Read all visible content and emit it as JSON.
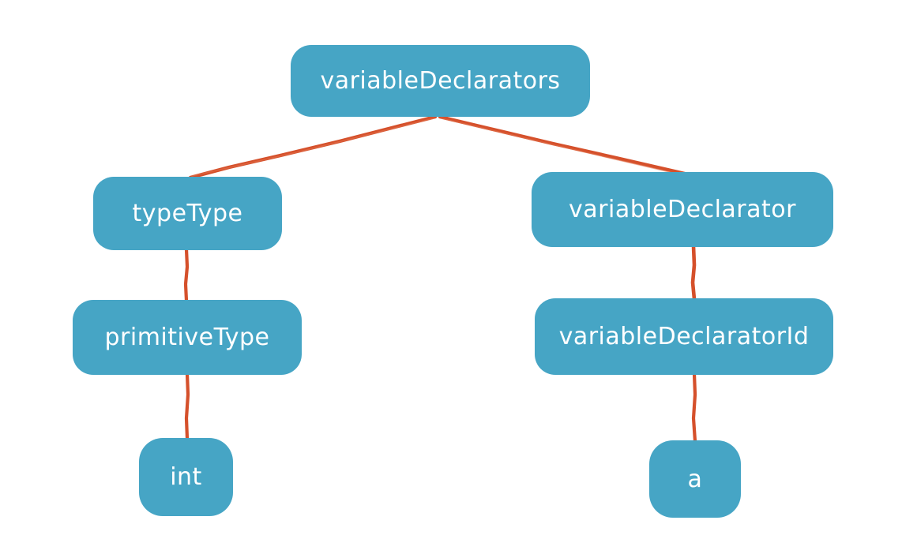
{
  "diagram": {
    "type": "parse-tree",
    "background_color": "#ffffff",
    "node_fill_color": "#46a5c5",
    "node_text_color": "#ffffff",
    "edge_color": "#d5502b",
    "nodes": [
      {
        "id": "variableDeclarators",
        "label": "variableDeclarators",
        "level": 0
      },
      {
        "id": "typeType",
        "label": "typeType",
        "level": 1
      },
      {
        "id": "variableDeclarator",
        "label": "variableDeclarator",
        "level": 1
      },
      {
        "id": "primitiveType",
        "label": "primitiveType",
        "level": 2
      },
      {
        "id": "variableDeclaratorId",
        "label": "variableDeclaratorId",
        "level": 2
      },
      {
        "id": "int",
        "label": "int",
        "level": 3
      },
      {
        "id": "a",
        "label": "a",
        "level": 3
      }
    ],
    "edges": [
      {
        "from": "variableDeclarators",
        "to": "typeType"
      },
      {
        "from": "variableDeclarators",
        "to": "variableDeclarator"
      },
      {
        "from": "typeType",
        "to": "primitiveType"
      },
      {
        "from": "primitiveType",
        "to": "int"
      },
      {
        "from": "variableDeclarator",
        "to": "variableDeclaratorId"
      },
      {
        "from": "variableDeclaratorId",
        "to": "a"
      }
    ]
  }
}
